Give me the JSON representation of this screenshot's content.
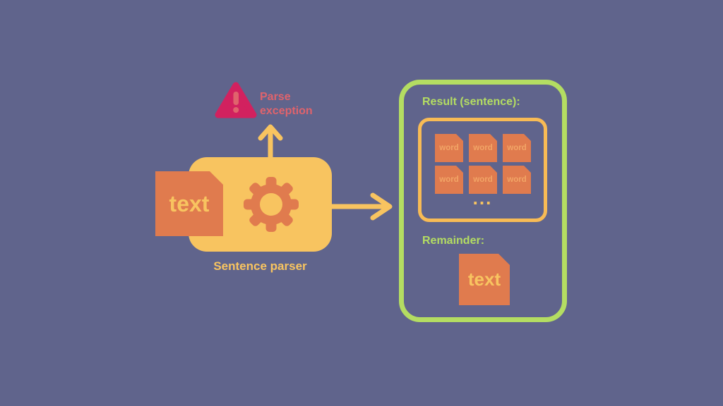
{
  "colors": {
    "bg": "#60648c",
    "yellow": "#f8c460",
    "orange": "#e07b4e",
    "orange-border": "#f8bb55",
    "green": "#b4dd62",
    "crimson": "#d2215f",
    "salmon": "#e0636c",
    "word-text": "#f2a566"
  },
  "exception": {
    "warning_label": "Parse exception"
  },
  "parser": {
    "input_doc_label": "text",
    "box_label": "Sentence parser"
  },
  "result_panel": {
    "title": "Result (sentence):",
    "words": [
      "word",
      "word",
      "word",
      "word",
      "word",
      "word"
    ],
    "ellipsis": "...",
    "remainder_title": "Remainder:",
    "remainder_doc_label": "text"
  }
}
